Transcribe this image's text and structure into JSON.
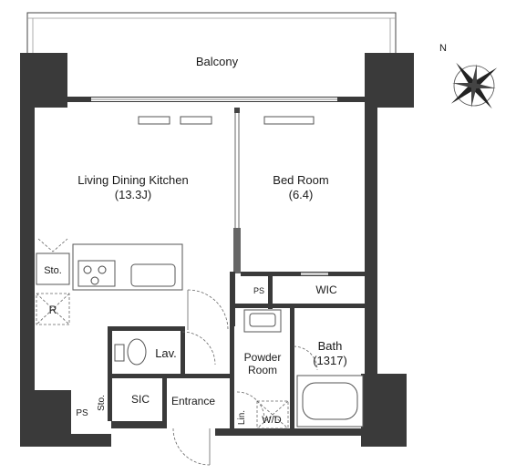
{
  "rooms": {
    "balcony": "Balcony",
    "ldk": {
      "name": "Living Dining Kitchen",
      "size": "(13.3J)"
    },
    "bedroom": {
      "name": "Bed Room",
      "size": "(6.4)"
    },
    "wic": "WIC",
    "ps_small": "PS",
    "sto_kitchen": "Sto.",
    "refrigerator": "R",
    "lav": "Lav.",
    "bath": {
      "name": "Bath",
      "size": "(1317)"
    },
    "powder": {
      "line1": "Powder",
      "line2": "Room"
    },
    "ps_large": "PS",
    "sto_vertical": "Sto.",
    "sic": "SIC",
    "entrance": "Entrance",
    "linen": "Lin.",
    "washer_dryer": "W/D"
  },
  "compass": {
    "north_label": "N"
  }
}
